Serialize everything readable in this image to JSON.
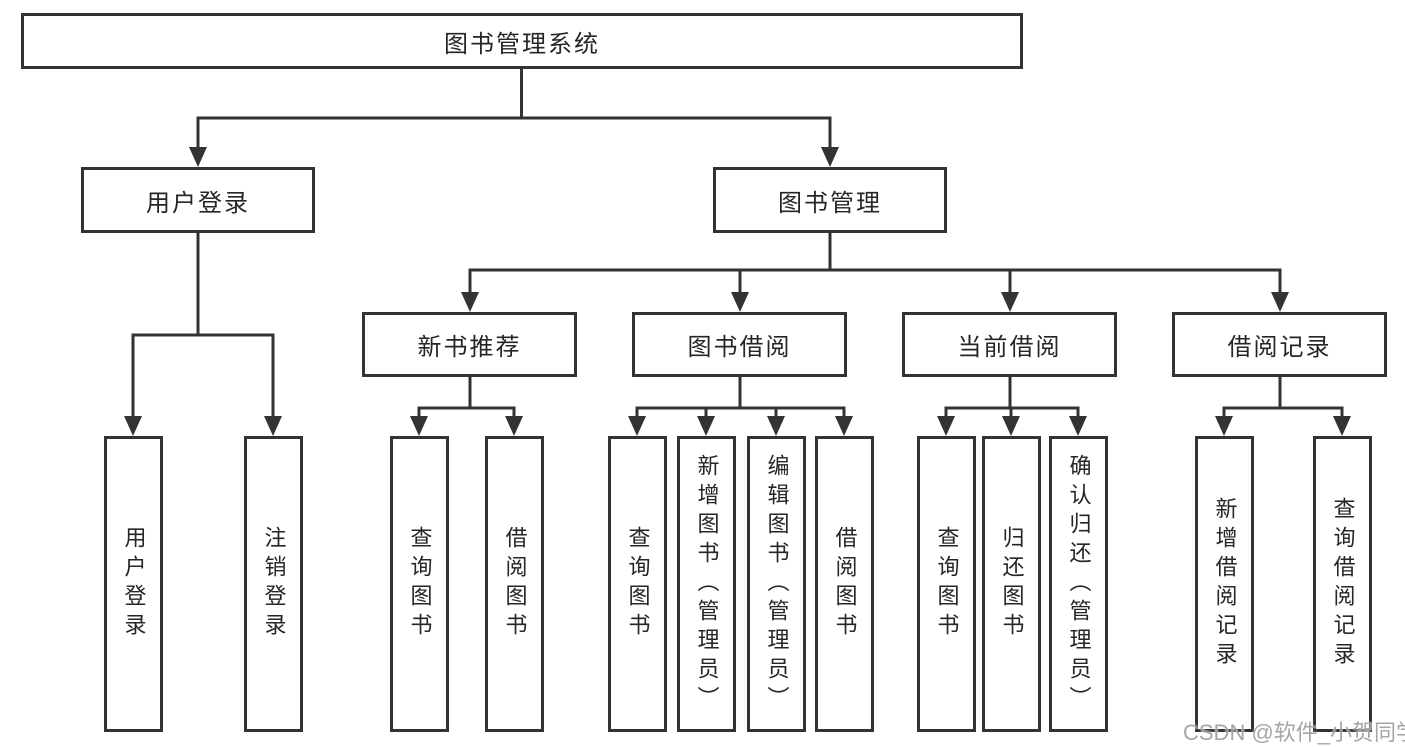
{
  "diagram_type": "hierarchy-tree",
  "colors": {
    "line": "#333333",
    "box_border": "#333333",
    "text": "#262626",
    "background": "#ffffff",
    "watermark": "#9b9b9b"
  },
  "nodes": {
    "root": {
      "label": "图书管理系统"
    },
    "l2": [
      {
        "label": "用户登录"
      },
      {
        "label": "图书管理"
      }
    ],
    "l3": [
      {
        "label": "新书推荐"
      },
      {
        "label": "图书借阅"
      },
      {
        "label": "当前借阅"
      },
      {
        "label": "借阅记录"
      }
    ],
    "leaves": {
      "login": [
        {
          "label": "用户登录"
        },
        {
          "label": "注销登录"
        }
      ],
      "recommend": [
        {
          "label": "查询图书"
        },
        {
          "label": "借阅图书"
        }
      ],
      "borrow": [
        {
          "label": "查询图书"
        },
        {
          "label": "新增图书（管理员）"
        },
        {
          "label": "编辑图书（管理员）"
        },
        {
          "label": "借阅图书"
        }
      ],
      "current": [
        {
          "label": "查询图书"
        },
        {
          "label": "归还图书"
        },
        {
          "label": "确认归还（管理员）"
        }
      ],
      "records": [
        {
          "label": "新增借阅记录"
        },
        {
          "label": "查询借阅记录"
        }
      ]
    }
  },
  "watermark": {
    "text": "CSDN @软件_小贺同学"
  }
}
